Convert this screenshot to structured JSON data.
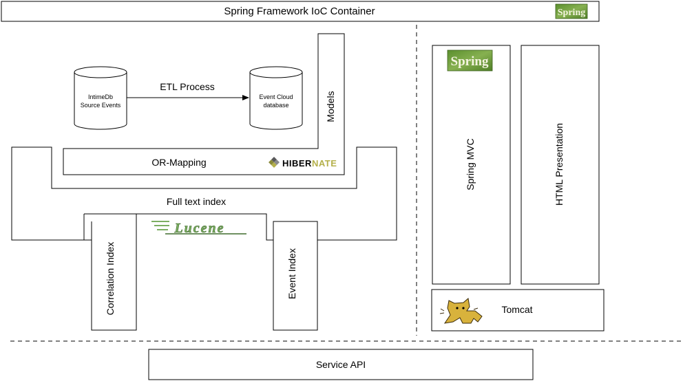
{
  "container": {
    "title": "Spring Framework IoC Container",
    "logo": "Spring"
  },
  "etl": {
    "source_db": [
      "IntimeDb",
      "Source Events"
    ],
    "process_label": "ETL Process",
    "target_db": [
      "Event Cloud",
      "database"
    ]
  },
  "models": "Models",
  "or_mapping": {
    "label": "OR-Mapping",
    "logo_hiber": "HIBER",
    "logo_nate": "NATE"
  },
  "full_text_index": {
    "label": "Full text index",
    "logo": "Lucene"
  },
  "correlation_index": "Correlation Index",
  "event_index": "Event Index",
  "web": {
    "spring_logo": "Spring",
    "spring_mvc": "Spring MVC",
    "html_presentation": "HTML Presentation",
    "tomcat": "Tomcat"
  },
  "service_api": "Service API",
  "colors": {
    "line": "#000000",
    "spring_green": "#6d9b3a",
    "hibernate_gray": "#59595b",
    "hibernate_olive": "#b4b04a",
    "lucene_green": "#7cae62",
    "tomcat_yellow": "#d8b23c"
  },
  "icons": [
    "spring-logo",
    "hibernate-logo",
    "lucene-logo",
    "tomcat-cat-icon",
    "arrow-right-icon"
  ]
}
